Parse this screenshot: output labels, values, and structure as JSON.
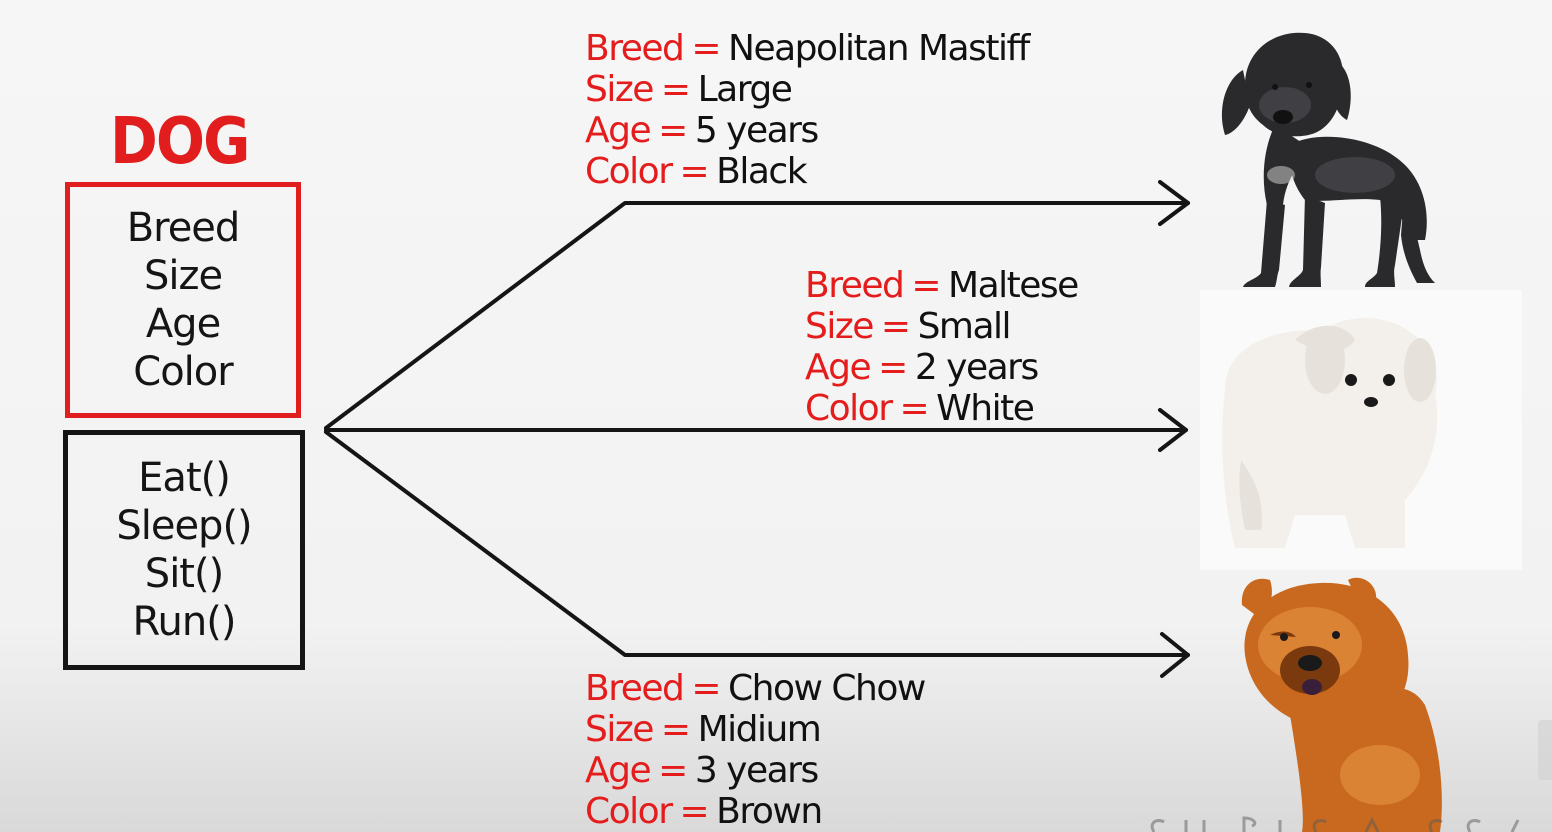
{
  "class_box": {
    "title": "DOG",
    "attributes": [
      "Breed",
      "Size",
      "Age",
      "Color"
    ],
    "methods": [
      "Eat()",
      "Sleep()",
      "Sit()",
      "Run()"
    ]
  },
  "objects": [
    {
      "rows": [
        {
          "key": "Breed",
          "eq": "=",
          "value": "Neapolitan Mastiff"
        },
        {
          "key": "Size",
          "eq": "=",
          "value": "Large"
        },
        {
          "key": "Age",
          "eq": "=",
          "value": "5 years"
        },
        {
          "key": "Color",
          "eq": "=",
          "value": "Black"
        }
      ]
    },
    {
      "rows": [
        {
          "key": "Breed",
          "eq": "=",
          "value": "Maltese"
        },
        {
          "key": "Size",
          "eq": "=",
          "value": "Small"
        },
        {
          "key": "Age",
          "eq": "=",
          "value": "2 years"
        },
        {
          "key": "Color",
          "eq": "=",
          "value": "White"
        }
      ]
    },
    {
      "rows": [
        {
          "key": "Breed",
          "eq": "=",
          "value": "Chow Chow"
        },
        {
          "key": "Size",
          "eq": "=",
          "value": "Midium"
        },
        {
          "key": "Age",
          "eq": "=",
          "value": "3 years"
        },
        {
          "key": "Color",
          "eq": "=",
          "value": "Brown"
        }
      ]
    }
  ],
  "colors": {
    "accent_red": "#e11d1d",
    "ink": "#151515",
    "black_dog": "#2a2a2c",
    "white_dog": "#f5f2ee",
    "brown_dog": "#c9691f"
  }
}
